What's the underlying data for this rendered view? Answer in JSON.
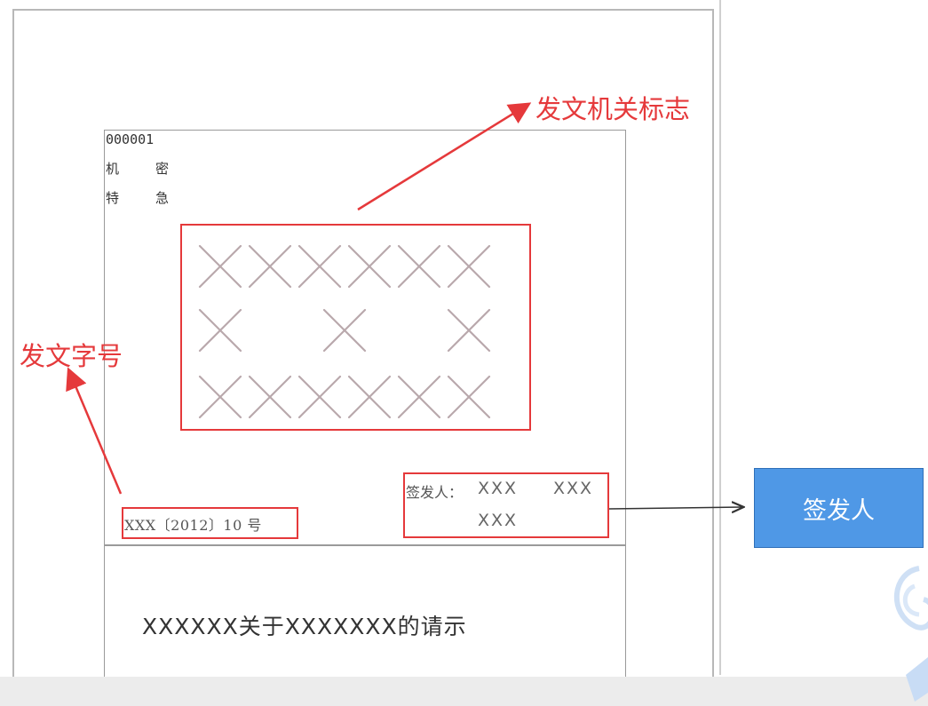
{
  "document": {
    "serial": "000001",
    "secrecy": "机 密",
    "urgency": "特 急",
    "doc_number": "XXX〔2012〕10 号",
    "signer_label": "签发人：",
    "signer_names": [
      "XXX",
      "XXX",
      "XXX"
    ],
    "title": "XXXXXX关于XXXXXXX的请示"
  },
  "annotations": {
    "authority_mark": "发文机关标志",
    "doc_number": "发文字号",
    "signer": "签发人"
  },
  "colors": {
    "annotation": "#e5393b",
    "callout_fill": "#4f98e6",
    "x_mark": "#b9a8ac"
  }
}
